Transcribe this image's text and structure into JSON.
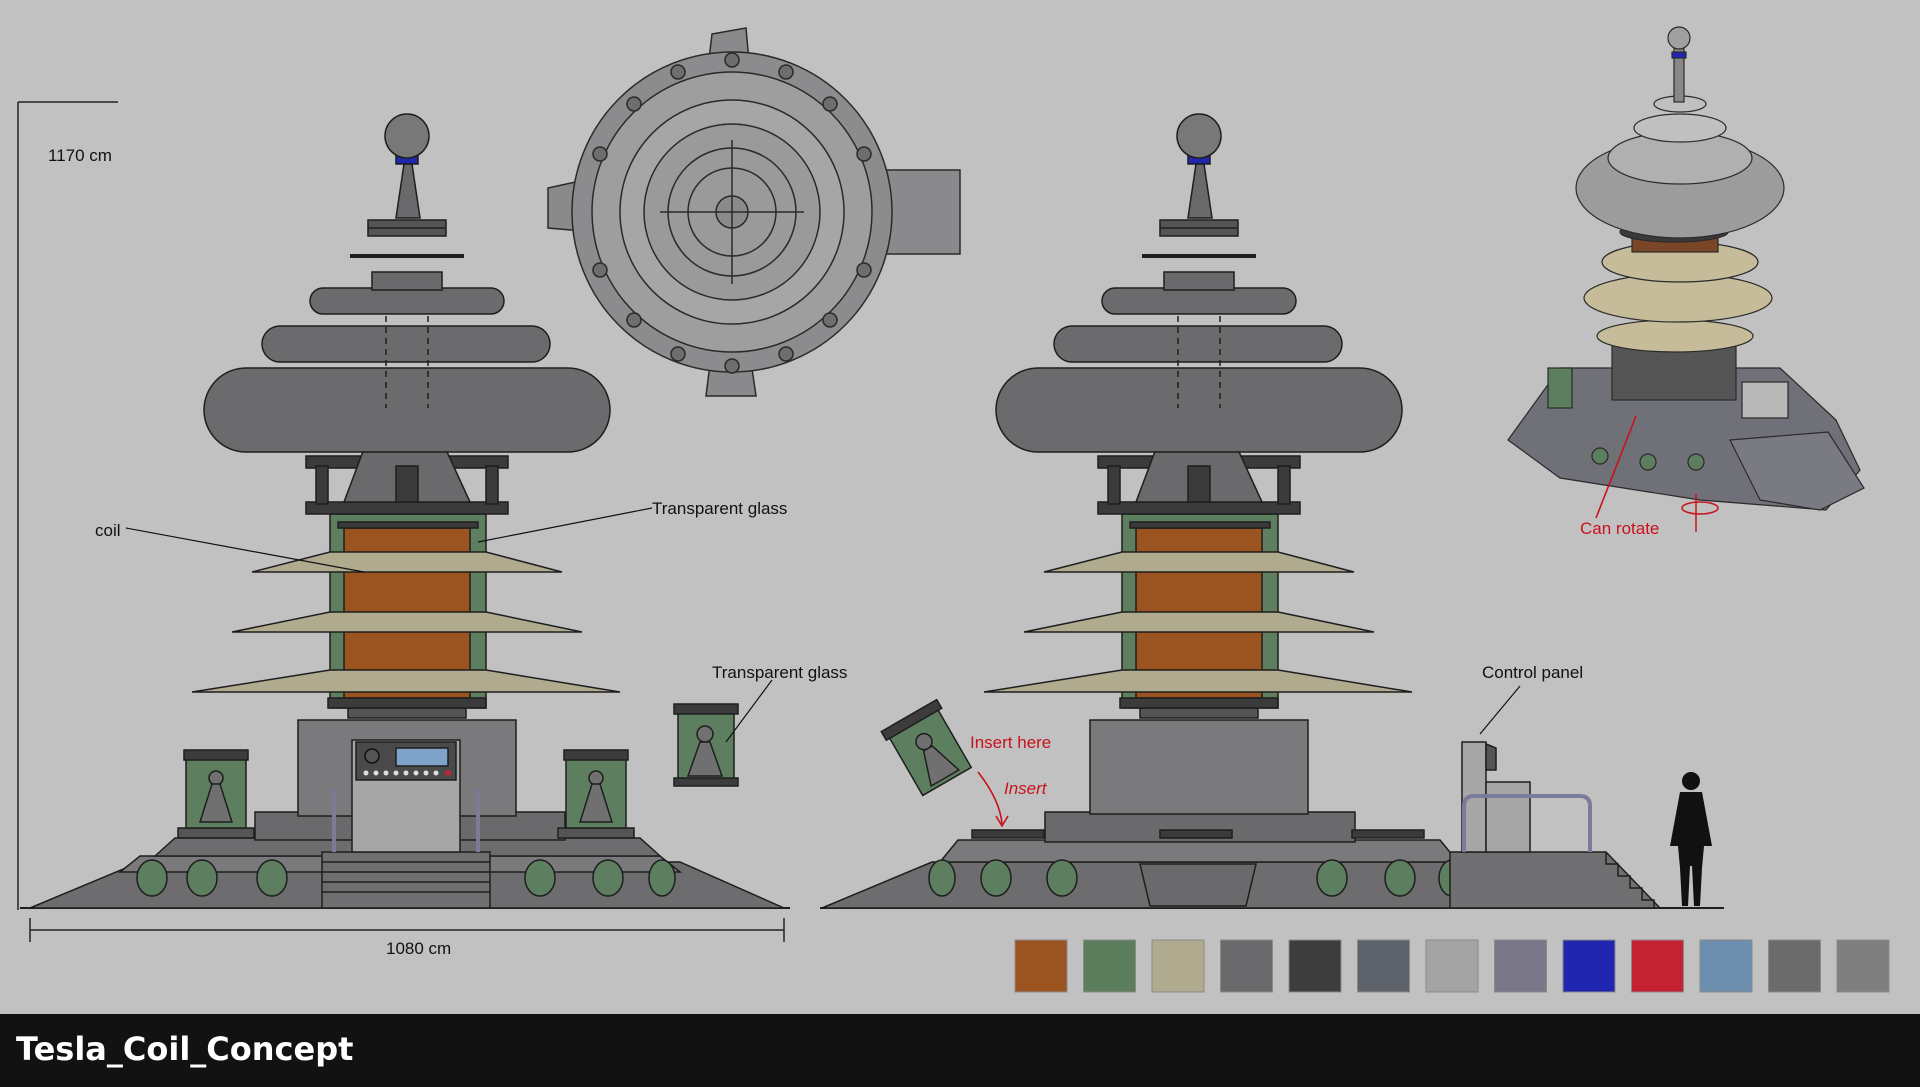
{
  "title": "Tesla_Coil_Concept",
  "dimensions": {
    "height": "1170 cm",
    "width": "1080 cm"
  },
  "labels": {
    "coil": "coil",
    "glass_front": "Transparent glass",
    "glass_detail": "Transparent glass",
    "insert_here": "Insert here",
    "insert": "Insert",
    "control_panel": "Control panel",
    "can_rotate": "Can rotate"
  },
  "palette": [
    "#9b5420",
    "#5c7e5c",
    "#b0aa8e",
    "#6a6a6c",
    "#3d3d3d",
    "#5e626b",
    "#a4a4a4",
    "#7a7789",
    "#2026b0",
    "#c42232",
    "#6b8eae",
    "#6b6b6b",
    "#7f7f7f"
  ],
  "colors": {
    "background": "#c1c1c1",
    "footer": "#121212",
    "annotation_red": "#c8121c"
  }
}
